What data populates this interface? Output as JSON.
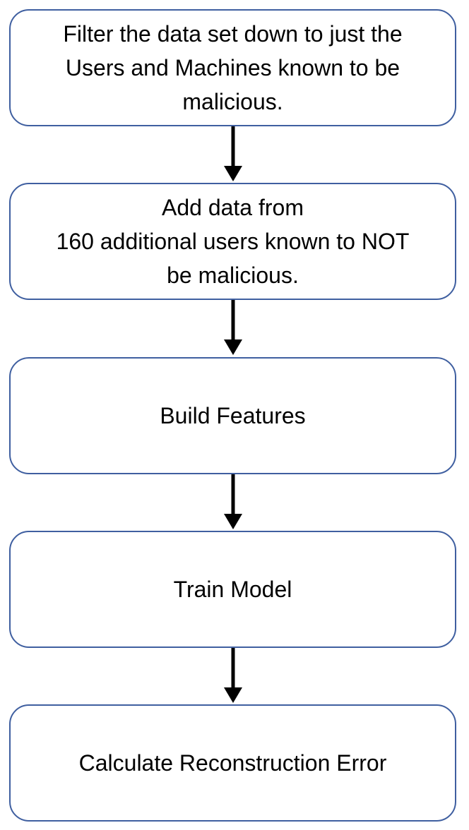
{
  "diagram": {
    "steps": [
      {
        "id": "filter",
        "label": "Filter the data set down to just the\nUsers and Machines known to be\nmalicious."
      },
      {
        "id": "add-data",
        "label": "Add data from\n160 additional users known to NOT\nbe malicious."
      },
      {
        "id": "build-features",
        "label": "Build Features"
      },
      {
        "id": "train-model",
        "label": "Train Model"
      },
      {
        "id": "calc-error",
        "label": "Calculate Reconstruction Error"
      }
    ],
    "edges": [
      {
        "from": "filter",
        "to": "add-data"
      },
      {
        "from": "add-data",
        "to": "build-features"
      },
      {
        "from": "build-features",
        "to": "train-model"
      },
      {
        "from": "train-model",
        "to": "calc-error"
      }
    ],
    "colors": {
      "box_border": "#3f5fa0",
      "box_fill": "#ffffff",
      "arrow": "#000000",
      "text": "#000000"
    }
  }
}
